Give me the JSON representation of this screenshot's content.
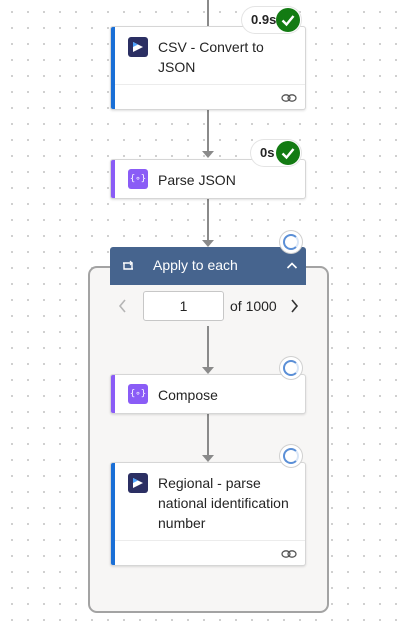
{
  "steps": [
    {
      "title": "CSV - Convert to JSON",
      "duration": "0.9s",
      "status": "succeeded",
      "icon": "power-automate-desktop-icon",
      "accent": "#1a6fd6"
    },
    {
      "title": "Parse JSON",
      "duration": "0s",
      "status": "succeeded",
      "icon": "data-operation-icon",
      "accent": "#8a5cf6"
    }
  ],
  "loop": {
    "title": "Apply to each",
    "status": "running",
    "header_color": "#46648e",
    "pager": {
      "current": "1",
      "of_label": "of 1000"
    },
    "children": [
      {
        "title": "Compose",
        "status": "running",
        "icon": "data-operation-icon",
        "accent": "#8a5cf6"
      },
      {
        "title": "Regional - parse national identification number",
        "status": "running",
        "icon": "power-automate-desktop-icon",
        "accent": "#1a6fd6"
      }
    ]
  },
  "colors": {
    "success": "#137b13",
    "connector": "#8a8a8a",
    "running_ring": "#5b8fd6"
  }
}
